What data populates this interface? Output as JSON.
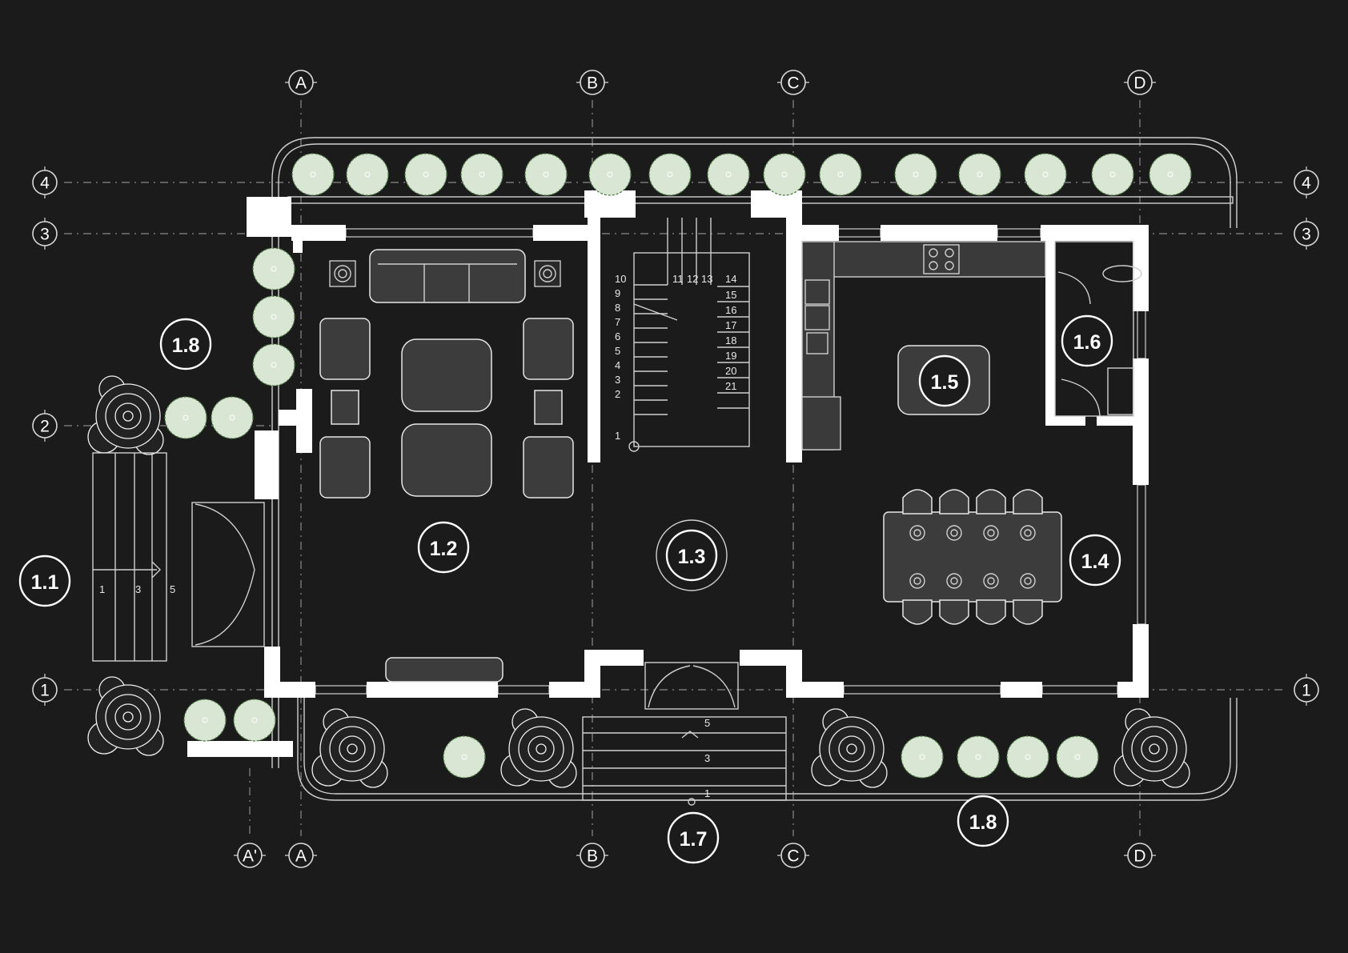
{
  "grid": {
    "columns_top": [
      "A",
      "B",
      "C",
      "D"
    ],
    "columns_bottom": [
      "A'",
      "A",
      "B",
      "C",
      "D"
    ],
    "rows": [
      "4",
      "3",
      "2",
      "1"
    ]
  },
  "rooms": [
    {
      "id": "1.1"
    },
    {
      "id": "1.2"
    },
    {
      "id": "1.3"
    },
    {
      "id": "1.4"
    },
    {
      "id": "1.5"
    },
    {
      "id": "1.6"
    },
    {
      "id": "1.7"
    },
    {
      "id": "1.8"
    },
    {
      "id": "1.8"
    }
  ],
  "stairs": {
    "main_left": [
      "10",
      "9",
      "8",
      "7",
      "6",
      "5",
      "4",
      "3",
      "2",
      "1"
    ],
    "main_top": [
      "11",
      "12",
      "13"
    ],
    "main_right": [
      "14",
      "15",
      "16",
      "17",
      "18",
      "19",
      "20",
      "21"
    ],
    "side_entry": [
      "1",
      "3",
      "5"
    ],
    "front_entry": [
      "5",
      "3",
      "1"
    ]
  },
  "colors": {
    "background": "#1b1b1b",
    "wall": "#ffffff",
    "furniture": "#3c3c3c",
    "tree_leaf": "#d9e6d4",
    "tree_edge": "#4f7a45"
  }
}
